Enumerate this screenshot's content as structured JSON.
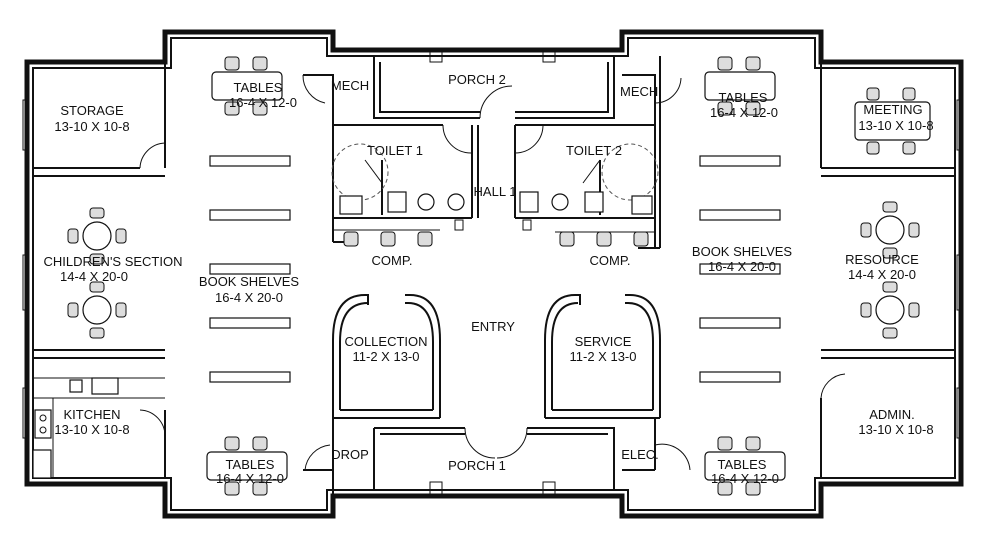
{
  "rooms": {
    "storage": {
      "name": "STORAGE",
      "size": "13-10 X 10-8"
    },
    "tables_nw": {
      "name": "TABLES",
      "size": "16-4 X 12-0"
    },
    "mech_left": {
      "name": "MECH"
    },
    "porch2": {
      "name": "PORCH 2"
    },
    "mech_right": {
      "name": "MECH."
    },
    "tables_ne": {
      "name": "TABLES",
      "size": "16-4 X 12-0"
    },
    "meeting": {
      "name": "MEETING",
      "size": "13-10 X 10-8"
    },
    "toilet1": {
      "name": "TOILET 1"
    },
    "toilet2": {
      "name": "TOILET 2"
    },
    "hall1": {
      "name": "HALL 1"
    },
    "childrens": {
      "name": "CHILDREN'S SECTION",
      "size": "14-4 X 20-0"
    },
    "shelves_left": {
      "name": "BOOK SHELVES",
      "size": "16-4 X 20-0"
    },
    "comp_left": {
      "name": "COMP."
    },
    "comp_right": {
      "name": "COMP."
    },
    "shelves_right": {
      "name": "BOOK SHELVES",
      "size": "16-4 X 20-0"
    },
    "resource": {
      "name": "RESOURCE",
      "size": "14-4 X 20-0"
    },
    "collection": {
      "name": "COLLECTION",
      "size": "11-2 X 13-0"
    },
    "entry": {
      "name": "ENTRY"
    },
    "service": {
      "name": "SERVICE",
      "size": "11-2 X 13-0"
    },
    "kitchen": {
      "name": "KITCHEN",
      "size": "13-10 X 10-8"
    },
    "admin": {
      "name": "ADMIN.",
      "size": "13-10 X 10-8"
    },
    "drop": {
      "name": "DROP"
    },
    "porch1": {
      "name": "PORCH 1"
    },
    "elec": {
      "name": "ELEC."
    },
    "tables_sw": {
      "name": "TABLES",
      "size": "16-4 X 12-0"
    },
    "tables_se": {
      "name": "TABLES",
      "size": "16-4 X 12-0"
    }
  }
}
